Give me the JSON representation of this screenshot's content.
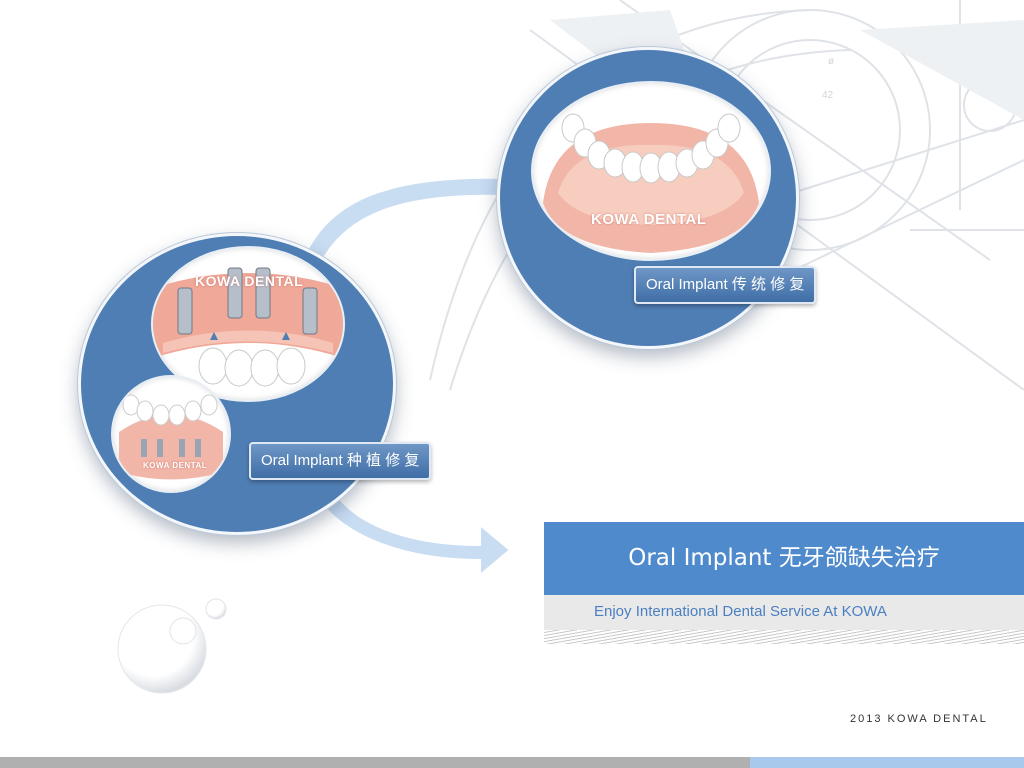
{
  "label_top": "Oral Implant 传 统 修 复",
  "label_left": "Oral Implant 种 植 修 复",
  "watermark_top": "KOWA DENTAL",
  "watermark_left_a": "KOWA DENTAL",
  "watermark_left_b": "KOWA DENTAL",
  "title": "Oral Implant  无牙颌缺失治疗",
  "subtitle": "Enjoy International Dental Service At KOWA",
  "footer": "2013 KOWA DENTAL",
  "colors": {
    "circle": "#4f7eb4",
    "title_bar": "#4f8acd",
    "subtitle_text": "#4a7fc1",
    "bottom_grey": "#b0b0b0",
    "bottom_blue": "#a9c9ec"
  }
}
